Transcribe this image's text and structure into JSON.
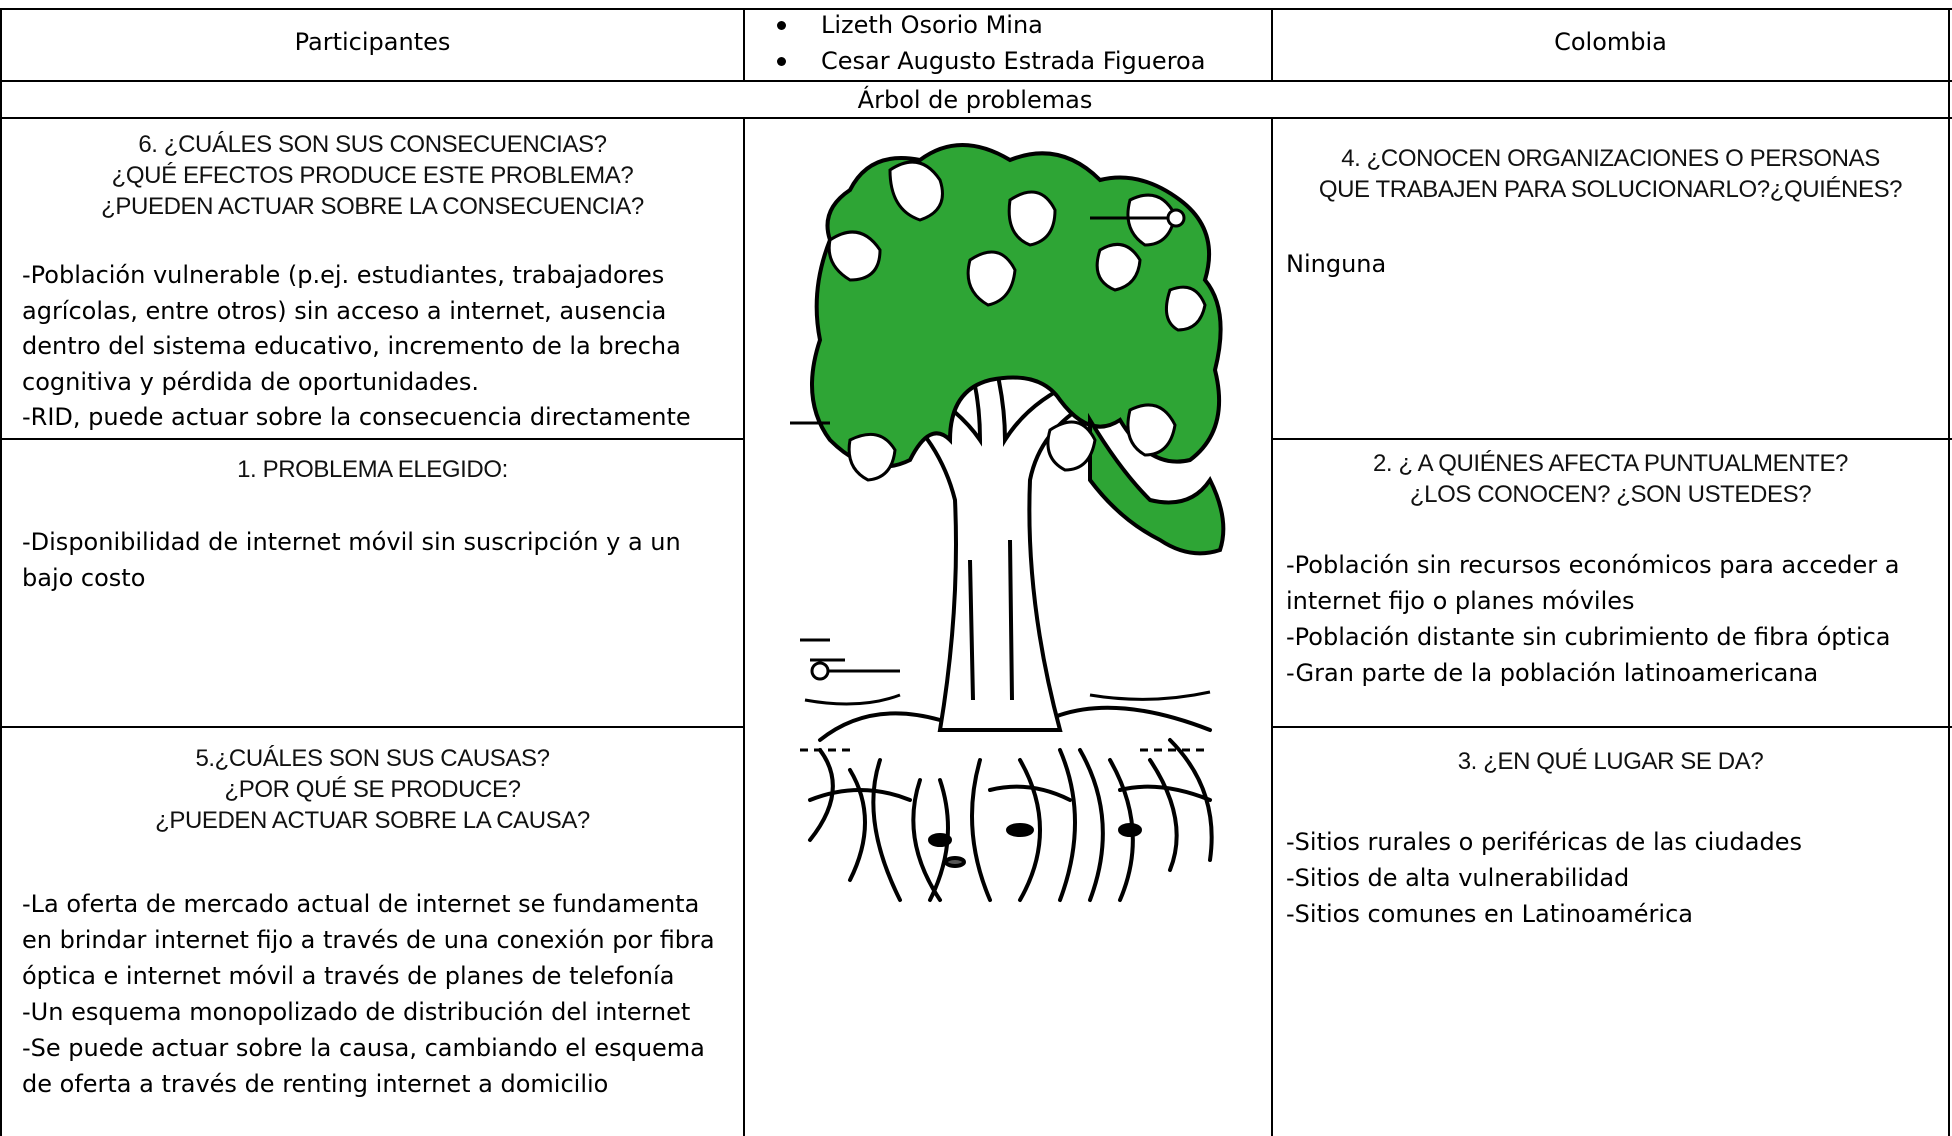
{
  "header_row": {
    "label": "Participantes",
    "participants": [
      "Lizeth Osorio Mina",
      "Cesar Augusto Estrada Figueroa"
    ],
    "country": "Colombia"
  },
  "tree_title": "Árbol de problemas",
  "q6": {
    "heading": [
      "6. ¿CUÁLES SON SUS CONSECUENCIAS?",
      "¿QUÉ EFECTOS PRODUCE ESTE PROBLEMA?",
      "¿PUEDEN ACTUAR SOBRE LA CONSECUENCIA?"
    ],
    "answer": "-Población vulnerable (p.ej. estudiantes, trabajadores agrícolas, entre otros) sin acceso a internet, ausencia dentro del sistema educativo, incremento de la brecha cognitiva y pérdida de oportunidades.\n-RID, puede actuar sobre la consecuencia directamente"
  },
  "q1": {
    "heading": [
      "1. PROBLEMA ELEGIDO:"
    ],
    "answer": "-Disponibilidad de internet móvil sin suscripción y a un bajo costo"
  },
  "q5": {
    "heading": [
      "5.¿CUÁLES SON SUS CAUSAS?",
      "¿POR QUÉ SE PRODUCE?",
      "¿PUEDEN ACTUAR SOBRE LA CAUSA?"
    ],
    "answer": "-La oferta de mercado actual de internet se fundamenta en brindar internet fijo a través de una conexión por fibra óptica e internet móvil a través de planes de telefonía\n-Un esquema monopolizado de distribución del internet\n-Se puede actuar sobre la causa, cambiando el esquema de oferta a través de renting internet a domicilio"
  },
  "q4": {
    "heading": [
      "4. ¿CONOCEN ORGANIZACIONES O PERSONAS",
      "QUE TRABAJEN PARA SOLUCIONARLO?¿QUIÉNES?"
    ],
    "answer": "Ninguna"
  },
  "q2": {
    "heading": [
      "2. ¿ A QUIÉNES AFECTA PUNTUALMENTE?",
      "¿LOS CONOCEN? ¿SON USTEDES?"
    ],
    "answer": "-Población sin recursos económicos para acceder a internet fijo o planes móviles\n-Población distante sin cubrimiento de fibra óptica\n-Gran parte de la población latinoamericana"
  },
  "q3": {
    "heading": [
      "3. ¿EN QUÉ LUGAR SE DA?"
    ],
    "answer": "-Sitios rurales o periféricas de las ciudades\n-Sitios de alta vulnerabilidad\n-Sitios comunes en Latinoamérica"
  },
  "colors": {
    "foliage": "#2ea535",
    "line": "#000000",
    "background": "#ffffff"
  }
}
